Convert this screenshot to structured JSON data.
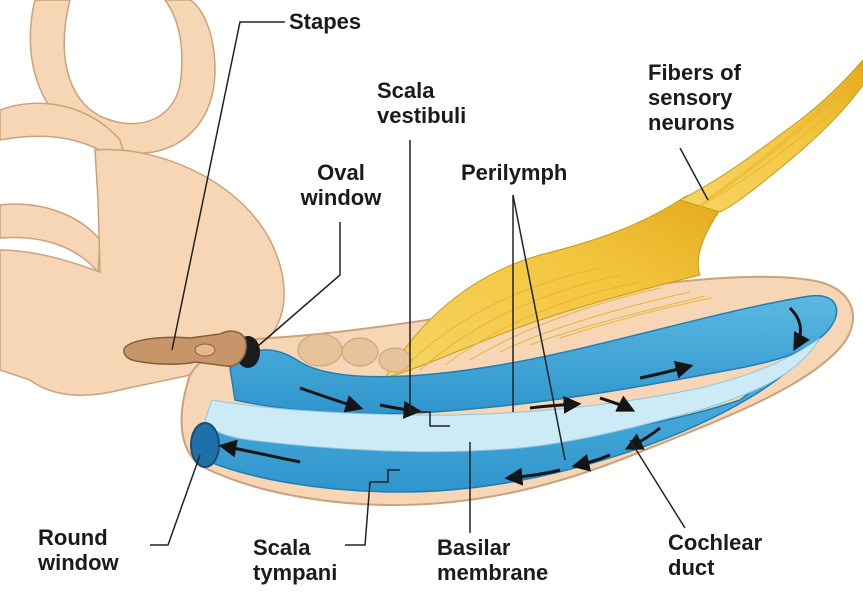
{
  "labels": {
    "stapes": "Stapes",
    "oval_window": [
      "Oval",
      "window"
    ],
    "scala_vestibuli": [
      "Scala",
      "vestibuli"
    ],
    "perilymph": "Perilymph",
    "fibers_sensory_neurons": [
      "Fibers of",
      "sensory",
      "neurons"
    ],
    "round_window": [
      "Round",
      "window"
    ],
    "scala_tympani": [
      "Scala",
      "tympani"
    ],
    "basilar_membrane": [
      "Basilar",
      "membrane"
    ],
    "cochlear_duct": [
      "Cochlear",
      "duct"
    ]
  },
  "colors": {
    "bone": "#f6d6b4",
    "bone_edge": "#caa27c",
    "fluid_blue": "#3aa6d8",
    "fluid_dark": "#1f7fb5",
    "duct_light": "#cdebf6",
    "nerve": "#f3c63e",
    "nerve_dark": "#c99a18",
    "stapes": "#c8946a",
    "leader": "#222222"
  }
}
